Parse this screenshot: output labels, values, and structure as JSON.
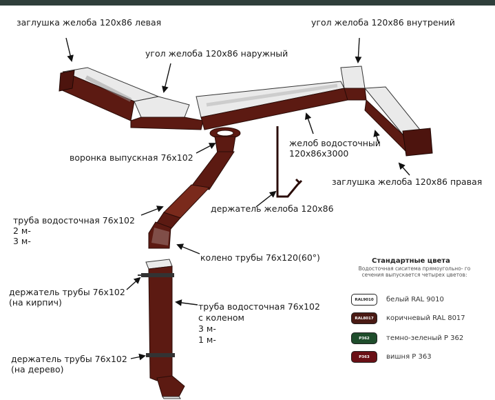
{
  "colors": {
    "brown": "#5c1a12",
    "brown_light": "#7a2a1c",
    "white_part": "#eaeaea",
    "green": "#1f4d2c",
    "cherry": "#6a1016",
    "topbar": "#2f3f3b"
  },
  "labels": {
    "end_cap_left": "заглушка желоба 120х86 левая",
    "outer_corner": "угол желоба 120х86 наружный",
    "inner_corner": "угол желоба 120х86 внутрений",
    "outlet_funnel": "воронка выпускная 76х102",
    "gutter_line1": "желоб водосточный",
    "gutter_line2": "120х86х3000",
    "end_cap_right": "заглушка желоба 120х86 правая",
    "gutter_bracket": "держатель желоба 120х86",
    "downpipe_line1": "труба водосточная 76х102",
    "downpipe_line2": "2 м-",
    "downpipe_line3": "3 м-",
    "elbow": "колено трубы 76х120(60°)",
    "pipe_holder_brick_line1": "держатель трубы 76х102",
    "pipe_holder_brick_line2": "(на кирпич)",
    "pipe_elbow_line1": "труба водосточная 76х102",
    "pipe_elbow_line2": "с коленом",
    "pipe_elbow_line3": "3 м-",
    "pipe_elbow_line4": "1 м-",
    "pipe_holder_wood_line1": "держатель трубы 76х102",
    "pipe_holder_wood_line2": "(на дерево)"
  },
  "legend": {
    "title": "Стандартные цвета",
    "subtitle": "Водосточная сиситема прямоугольно- го сечения выпускается четырех цветов:",
    "items": [
      {
        "code": "RAL9010",
        "name": "белый  RAL 9010",
        "bg": "#ffffff",
        "fg": "#222222"
      },
      {
        "code": "RAL8017",
        "name": "коричневый RAL 8017",
        "bg": "#4a1a14",
        "fg": "#ffffff"
      },
      {
        "code": "P362",
        "name": "темно-зеленый Р 362",
        "bg": "#1f4d2c",
        "fg": "#ffffff"
      },
      {
        "code": "P363",
        "name": "вишня Р 363",
        "bg": "#6a1016",
        "fg": "#ffffff"
      }
    ]
  }
}
